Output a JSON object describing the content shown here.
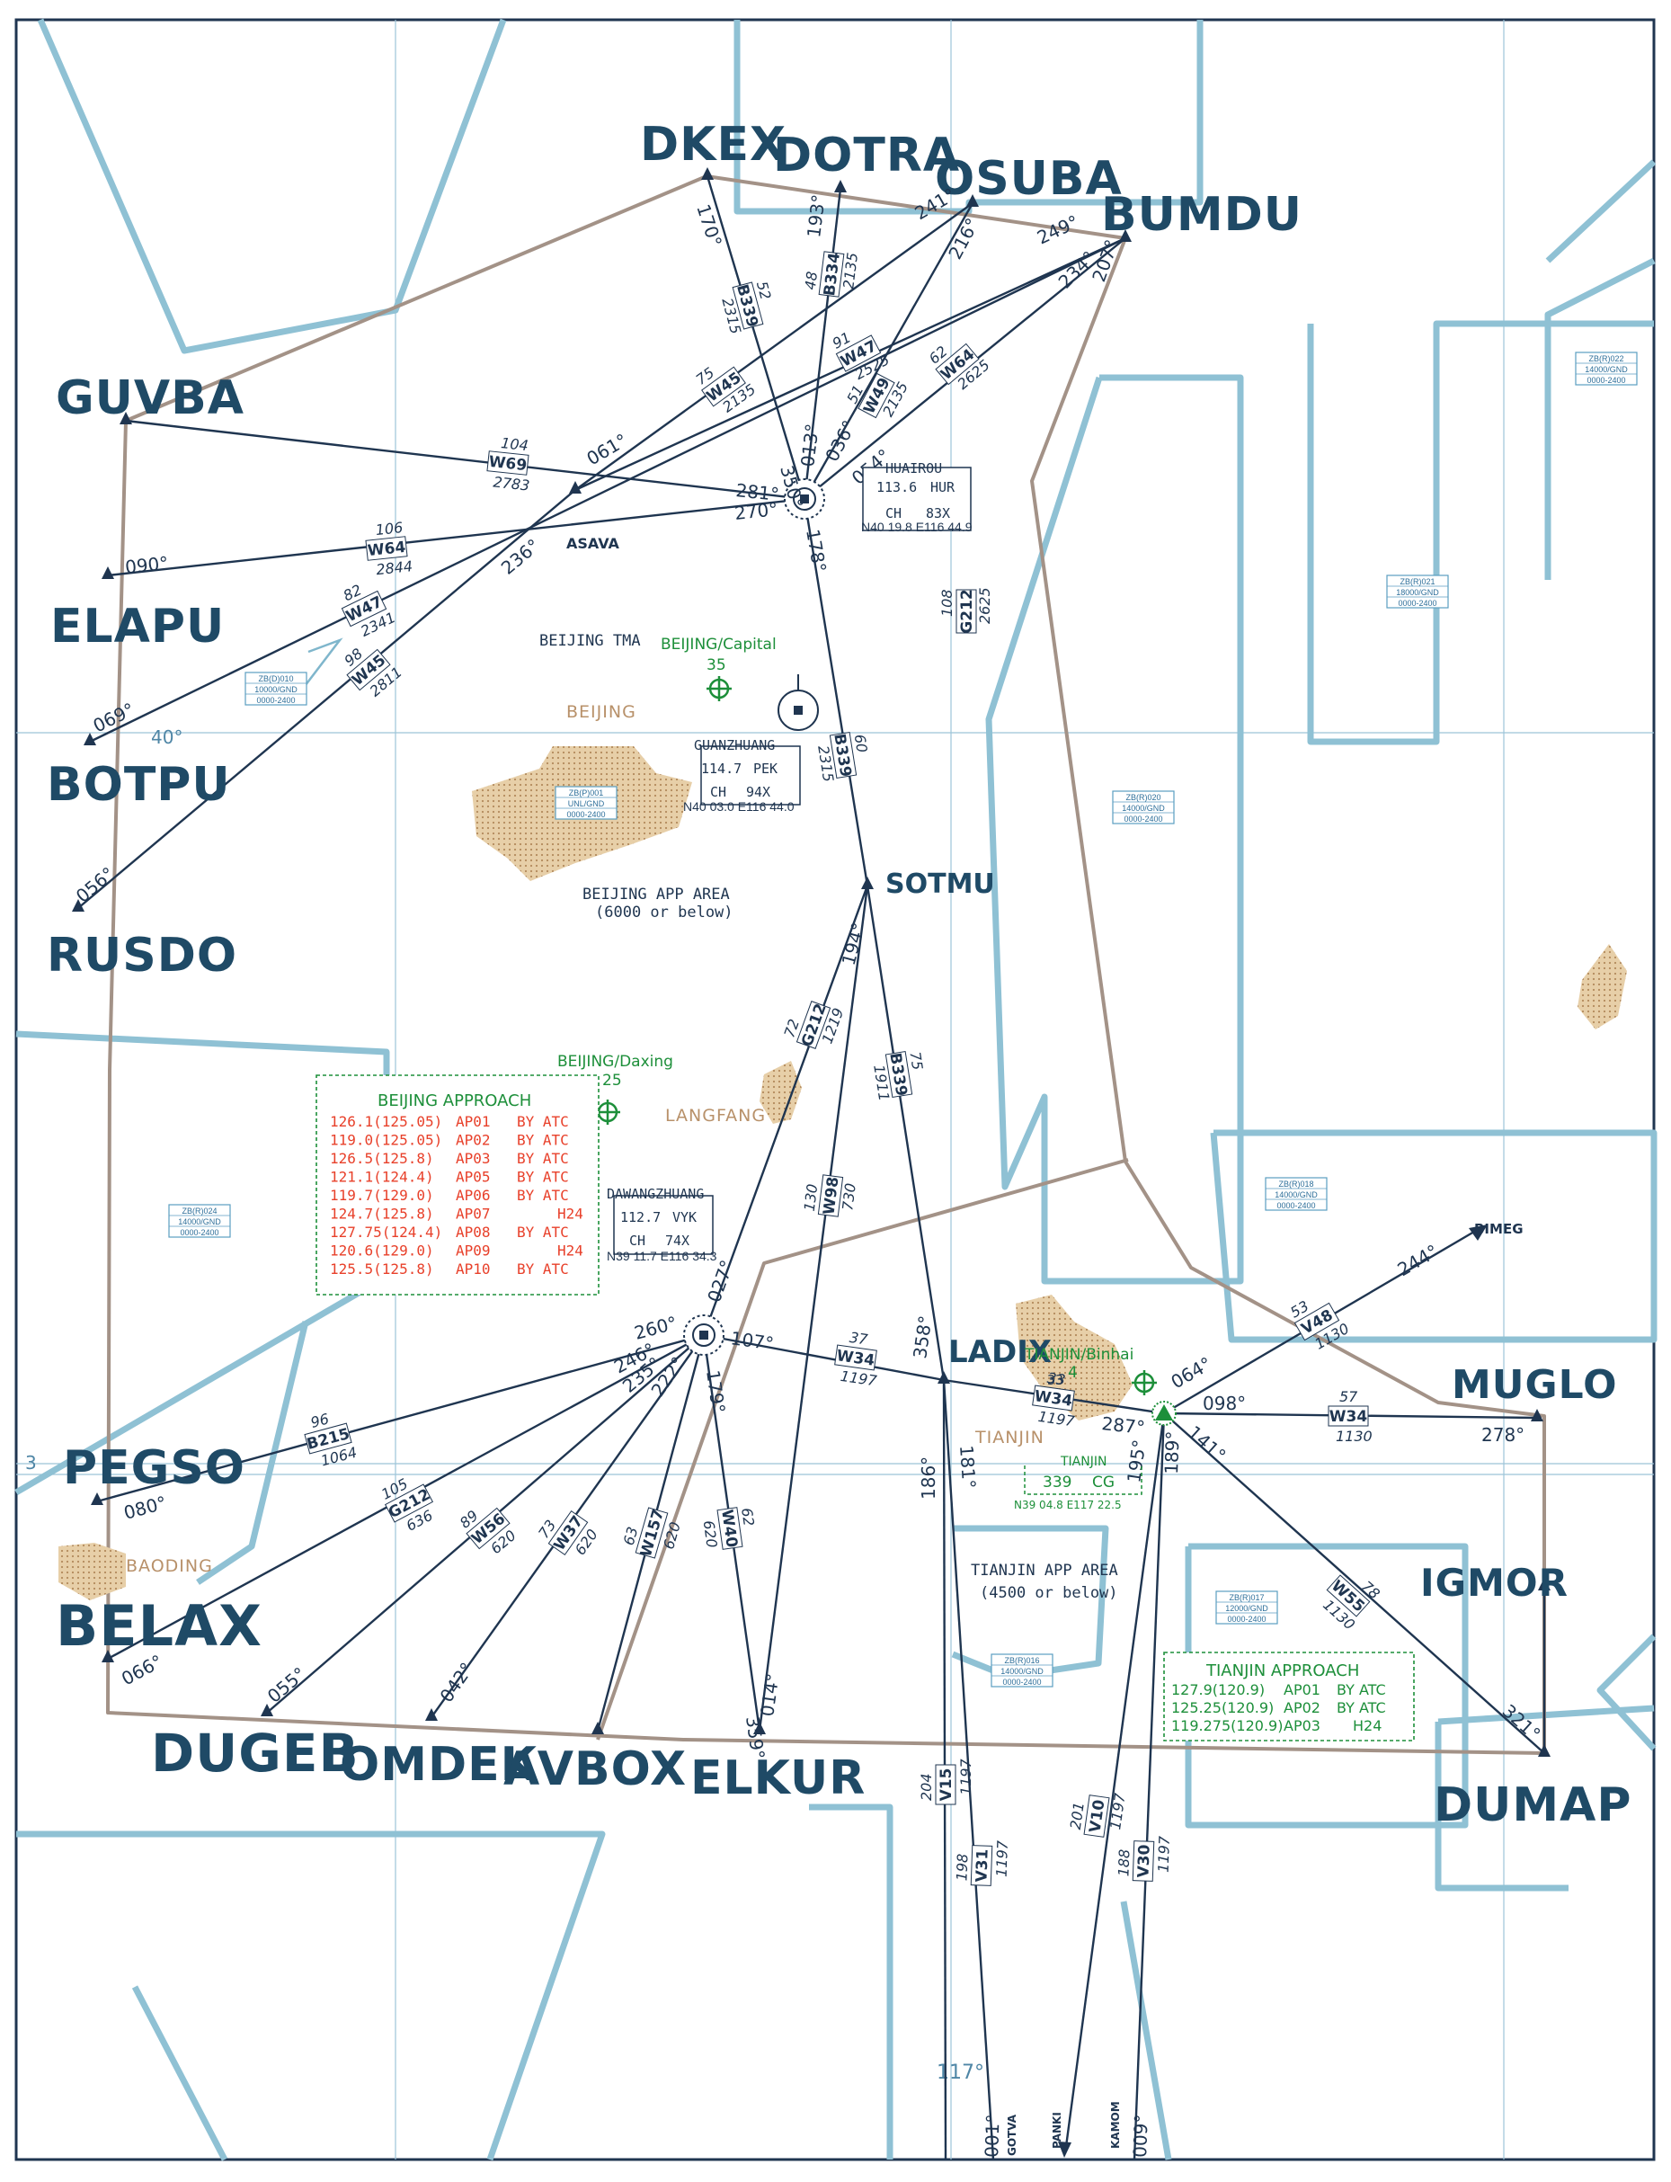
{
  "labels": {
    "beijing_tma": "BEIJING TMA",
    "beijing_city": "BEIJING",
    "langfang": "LANGFANG",
    "baoding": "BAODING",
    "tianjin_city": "TIANJIN",
    "bj_app_area_1": "BEIJING APP AREA",
    "bj_app_area_2": "(6000 or below)",
    "tj_app_area_1": "TIANJIN APP AREA",
    "tj_app_area_2": "(4500 or below)",
    "lat40": "40°",
    "lat39": "3",
    "lon117": "117°"
  },
  "airports": {
    "capital_name": "BEIJING/Capital",
    "capital_elev": "35",
    "daxing_name": "BEIJING/Daxing",
    "daxing_elev": "25",
    "binhai_name": "TIANJIN/Binhai",
    "binhai_elev": "4",
    "binhai_alt": "33"
  },
  "fixes": {
    "DKEX": "DKEX",
    "DOTRA": "DOTRA",
    "OSUBA": "OSUBA",
    "BUMDU": "BUMDU",
    "GUVBA": "GUVBA",
    "ELAPU": "ELAPU",
    "BOTPU": "BOTPU",
    "RUSDO": "RUSDO",
    "PEGSO": "PEGSO",
    "BELAX": "BELAX",
    "DUGEB": "DUGEB",
    "OMDEK": "OMDEK",
    "AVBOX": "AVBOX",
    "ELKUR": "ELKUR",
    "DUMAP": "DUMAP",
    "IGMOR": "IGMOR",
    "MUGLO": "MUGLO",
    "LADIX": "LADIX",
    "SOTMU": "SOTMU",
    "ASAVA": "ASAVA",
    "BIMEG": "BIMEG",
    "GOTVA": "GOTVA",
    "PANKI": "PANKI",
    "KAMOM": "KAMOM"
  },
  "navaids": {
    "huairou": {
      "name": "HUAIROU",
      "freq": "113.6",
      "ident": "HUR",
      "ch": "CH",
      "chan": "83X",
      "coord": "N40 19.8 E116 44.9"
    },
    "guanzhuang": {
      "name": "GUANZHUANG",
      "freq": "114.7",
      "ident": "PEK",
      "ch": "CH",
      "chan": "94X",
      "coord": "N40 03.0 E116 44.0"
    },
    "dawangzhuang": {
      "name": "DAWANGZHUANG",
      "freq": "112.7",
      "ident": "VYK",
      "ch": "CH",
      "chan": "74X",
      "coord": "N39 11.7 E116 34.3"
    },
    "tianjin": {
      "name": "TIANJIN",
      "freq": "339",
      "ident": "CG",
      "coord": "N39 04.8 E117 22.5"
    }
  },
  "beijing_approach": {
    "title": "BEIJING APPROACH",
    "rows": [
      {
        "freq": "126.1(125.05)",
        "sector": "AP01",
        "hours": "BY ATC"
      },
      {
        "freq": "119.0(125.05)",
        "sector": "AP02",
        "hours": "BY ATC"
      },
      {
        "freq": "126.5(125.8)",
        "sector": "AP03",
        "hours": "BY ATC"
      },
      {
        "freq": "121.1(124.4)",
        "sector": "AP05",
        "hours": "BY ATC"
      },
      {
        "freq": "119.7(129.0)",
        "sector": "AP06",
        "hours": "BY ATC"
      },
      {
        "freq": "124.7(125.8)",
        "sector": "AP07",
        "hours": "H24"
      },
      {
        "freq": "127.75(124.4)",
        "sector": "AP08",
        "hours": "BY ATC"
      },
      {
        "freq": "120.6(129.0)",
        "sector": "AP09",
        "hours": "H24"
      },
      {
        "freq": "125.5(125.8)",
        "sector": "AP10",
        "hours": "BY ATC"
      }
    ]
  },
  "tianjin_approach": {
    "title": "TIANJIN APPROACH",
    "rows": [
      {
        "freq": "127.9(120.9)",
        "sector": "AP01",
        "hours": "BY ATC"
      },
      {
        "freq": "125.25(120.9)",
        "sector": "AP02",
        "hours": "BY ATC"
      },
      {
        "freq": "119.275(120.9)",
        "sector": "AP03",
        "hours": "H24"
      }
    ]
  },
  "restricted_areas": [
    {
      "id": "ZB(R)022",
      "limits": "14000/GND",
      "time": "0000-2400"
    },
    {
      "id": "ZB(R)021",
      "limits": "18000/GND",
      "time": "0000-2400"
    },
    {
      "id": "ZB(R)020",
      "limits": "14000/GND",
      "time": "0000-2400"
    },
    {
      "id": "ZB(R)018",
      "limits": "14000/GND",
      "time": "0000-2400"
    },
    {
      "id": "ZB(R)017",
      "limits": "12000/GND",
      "time": "0000-2400"
    },
    {
      "id": "ZB(R)016",
      "limits": "14000/GND",
      "time": "0000-2400"
    },
    {
      "id": "ZB(R)024",
      "limits": "14000/GND",
      "time": "0000-2400"
    },
    {
      "id": "ZB(D)010",
      "limits": "10000/GND",
      "time": "0000-2400"
    },
    {
      "id": "ZB(P)001",
      "limits": "UNL/GND",
      "time": "0000-2400"
    }
  ],
  "routes": {
    "B339_n": {
      "id": "B339",
      "dist": "52",
      "mea": "2315"
    },
    "B334": {
      "id": "B334",
      "dist": "48",
      "mea": "2135"
    },
    "W47_n": {
      "id": "W47",
      "dist": "91",
      "mea": "2525"
    },
    "W49": {
      "id": "W49",
      "dist": "51",
      "mea": "2135"
    },
    "W64_n": {
      "id": "W64",
      "dist": "62",
      "mea": "2625"
    },
    "W45_n": {
      "id": "W45",
      "dist": "75",
      "mea": "2135"
    },
    "W69": {
      "id": "W69",
      "dist": "104",
      "mea": "2783"
    },
    "W64_w": {
      "id": "W64",
      "dist": "106",
      "mea": "2844"
    },
    "W47_w": {
      "id": "W47",
      "dist": "82",
      "mea": "2341"
    },
    "W45_w": {
      "id": "W45",
      "dist": "98",
      "mea": "2811"
    },
    "G212_n": {
      "id": "G212",
      "dist": "108",
      "mea": "2625"
    },
    "B339_c": {
      "id": "B339",
      "dist": "60",
      "mea": "2315"
    },
    "G212_s": {
      "id": "G212",
      "dist": "72",
      "mea": "1219"
    },
    "B339_s": {
      "id": "B339",
      "dist": "75",
      "mea": "1911"
    },
    "W98": {
      "id": "W98",
      "dist": "130",
      "mea": "730"
    },
    "W34_a": {
      "id": "W34",
      "dist": "37",
      "mea": "1197"
    },
    "W34_b": {
      "id": "W34",
      "dist": "33",
      "mea": "1197"
    },
    "W34_c": {
      "id": "W34",
      "dist": "57",
      "mea": "1130"
    },
    "V48": {
      "id": "V48",
      "dist": "53",
      "mea": "1130"
    },
    "W55": {
      "id": "W55",
      "dist": "78",
      "mea": "1130"
    },
    "B215": {
      "id": "B215",
      "dist": "96",
      "mea": "1064"
    },
    "G212_sw": {
      "id": "G212",
      "dist": "105",
      "mea": "636"
    },
    "W56": {
      "id": "W56",
      "dist": "89",
      "mea": "620"
    },
    "W37": {
      "id": "W37",
      "dist": "73",
      "mea": "620"
    },
    "W157": {
      "id": "W157",
      "dist": "63",
      "mea": "620"
    },
    "W40": {
      "id": "W40",
      "dist": "62",
      "mea": "620"
    },
    "V15": {
      "id": "V15",
      "dist": "204",
      "mea": "1197"
    },
    "V31": {
      "id": "V31",
      "dist": "198",
      "mea": "1197"
    },
    "V10": {
      "id": "V10",
      "dist": "201",
      "mea": "1197"
    },
    "V30": {
      "id": "V30",
      "dist": "188",
      "mea": "1197"
    }
  },
  "bearings": {
    "b170": "170°",
    "b193": "193°",
    "b241": "241°",
    "b216": "216°",
    "b249": "249°",
    "b234": "234°",
    "b207": "207°",
    "b350": "350°",
    "b013": "013°",
    "b036": "036°",
    "b054": "054°",
    "b281": "281°",
    "b270": "270°",
    "b178": "178°",
    "b061": "061°",
    "b236": "236°",
    "b090": "090°",
    "b069": "069°",
    "b056": "056°",
    "b194": "194°",
    "b027": "027°",
    "b107": "107°",
    "b358": "358°",
    "b260": "260°",
    "b246": "246°",
    "b235": "235°",
    "b222": "222°",
    "b179": "179°",
    "b186": "186°",
    "b181": "181°",
    "b287": "287°",
    "b195": "195°",
    "b189": "189°",
    "b064": "064°",
    "b098": "098°",
    "b141": "141°",
    "b244": "244°",
    "b278": "278°",
    "b321": "321°",
    "b080": "080°",
    "b066": "066°",
    "b055": "055°",
    "b042": "042°",
    "b359": "359°",
    "b014": "014°",
    "b001": "001°",
    "b009": "009°"
  },
  "colors": {
    "route": "#1f3550",
    "boundary": "#9a8b80",
    "restricted": "#7fb6cc",
    "fix_text": "#1f4a66",
    "city": "#d9b98f",
    "green": "#1d8f3a",
    "red": "#e8402a"
  }
}
